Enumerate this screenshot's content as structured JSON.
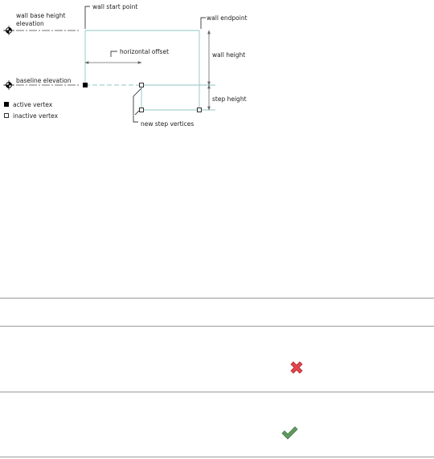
{
  "diagram": {
    "labels": {
      "wall_start_point": "wall start point",
      "wall_endpoint": "wall endpoint",
      "wall_base_height_elevation_line1": "wall base height",
      "wall_base_height_elevation_line2": "elevation",
      "horizontal_offset": "horizontal offset",
      "wall_height": "wall height",
      "baseline_elevation": "baseline elevation",
      "step_height": "step height",
      "new_step_vertices": "new step vertices"
    },
    "legend": {
      "active_vertex": "active vertex",
      "inactive_vertex": "inactive vertex"
    },
    "colors": {
      "wall_outline": "#8fc6c3",
      "dimension": "#555555",
      "leader": "#000000"
    }
  },
  "table": {
    "rows": [
      {
        "status_icon": "x-mark-icon",
        "color": "#e0474c"
      },
      {
        "status_icon": "check-mark-icon",
        "color": "#5f9a5f"
      }
    ]
  }
}
